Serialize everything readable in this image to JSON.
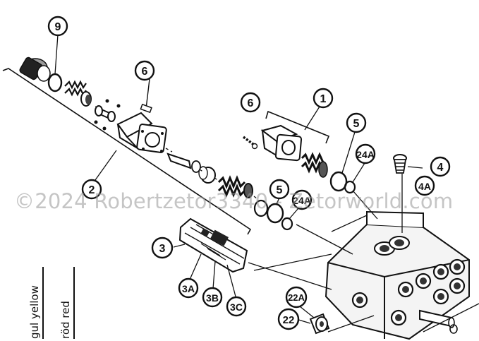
{
  "callouts": {
    "c9": "9",
    "c6a": "6",
    "c6b": "6",
    "c1": "1",
    "c5a": "5",
    "c5b": "5",
    "c24a": "24A",
    "c24b": "24A",
    "c4": "4",
    "c4a": "4A",
    "c2": "2",
    "c3": "3",
    "c3a": "3A",
    "c3b": "3B",
    "c3c": "3C",
    "c22a": "22A",
    "c22": "22"
  },
  "legend": {
    "yellow": "gul yellow",
    "red": "röd red"
  },
  "watermark": "©2024 Robertzetor3340 - Zetorworld.com"
}
